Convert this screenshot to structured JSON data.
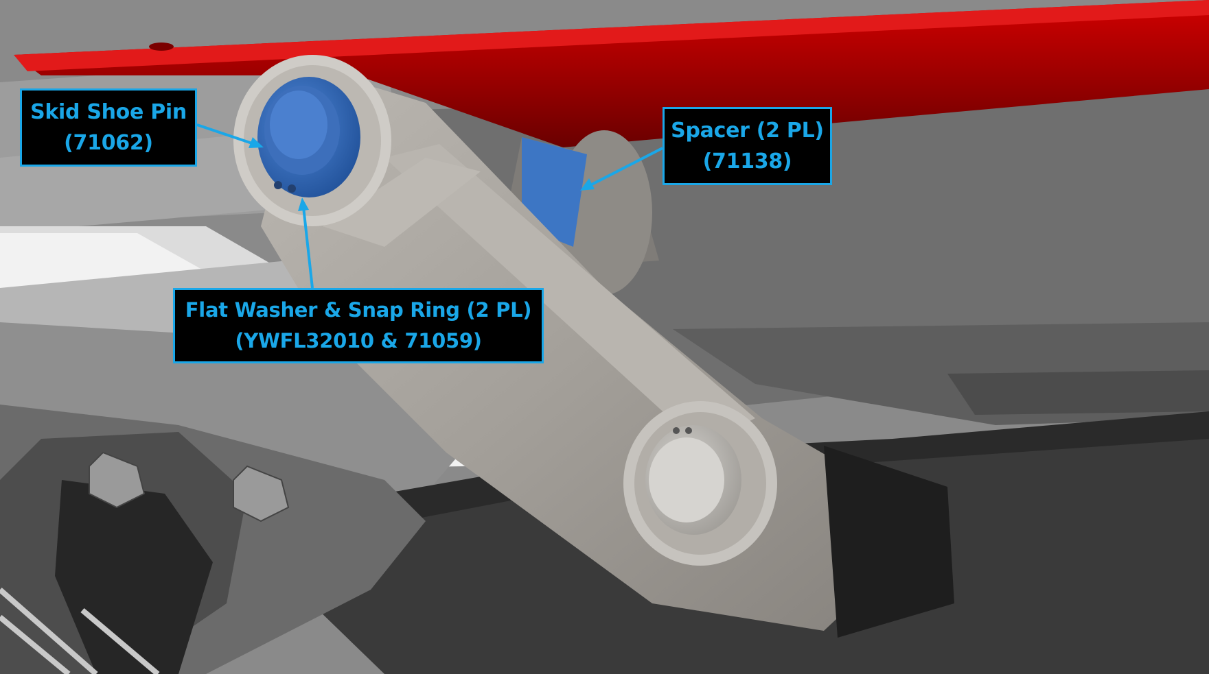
{
  "diagram": {
    "accent_color": "#1aa7e8",
    "callouts": {
      "skid_shoe_pin": {
        "line1": "Skid Shoe Pin",
        "line2": "(71062)"
      },
      "spacer": {
        "line1": "Spacer (2 PL)",
        "line2": "(71138)"
      },
      "washer_ring": {
        "line1": "Flat Washer & Snap Ring (2 PL)",
        "line2": "(YWFL32010 & 71059)"
      }
    }
  }
}
